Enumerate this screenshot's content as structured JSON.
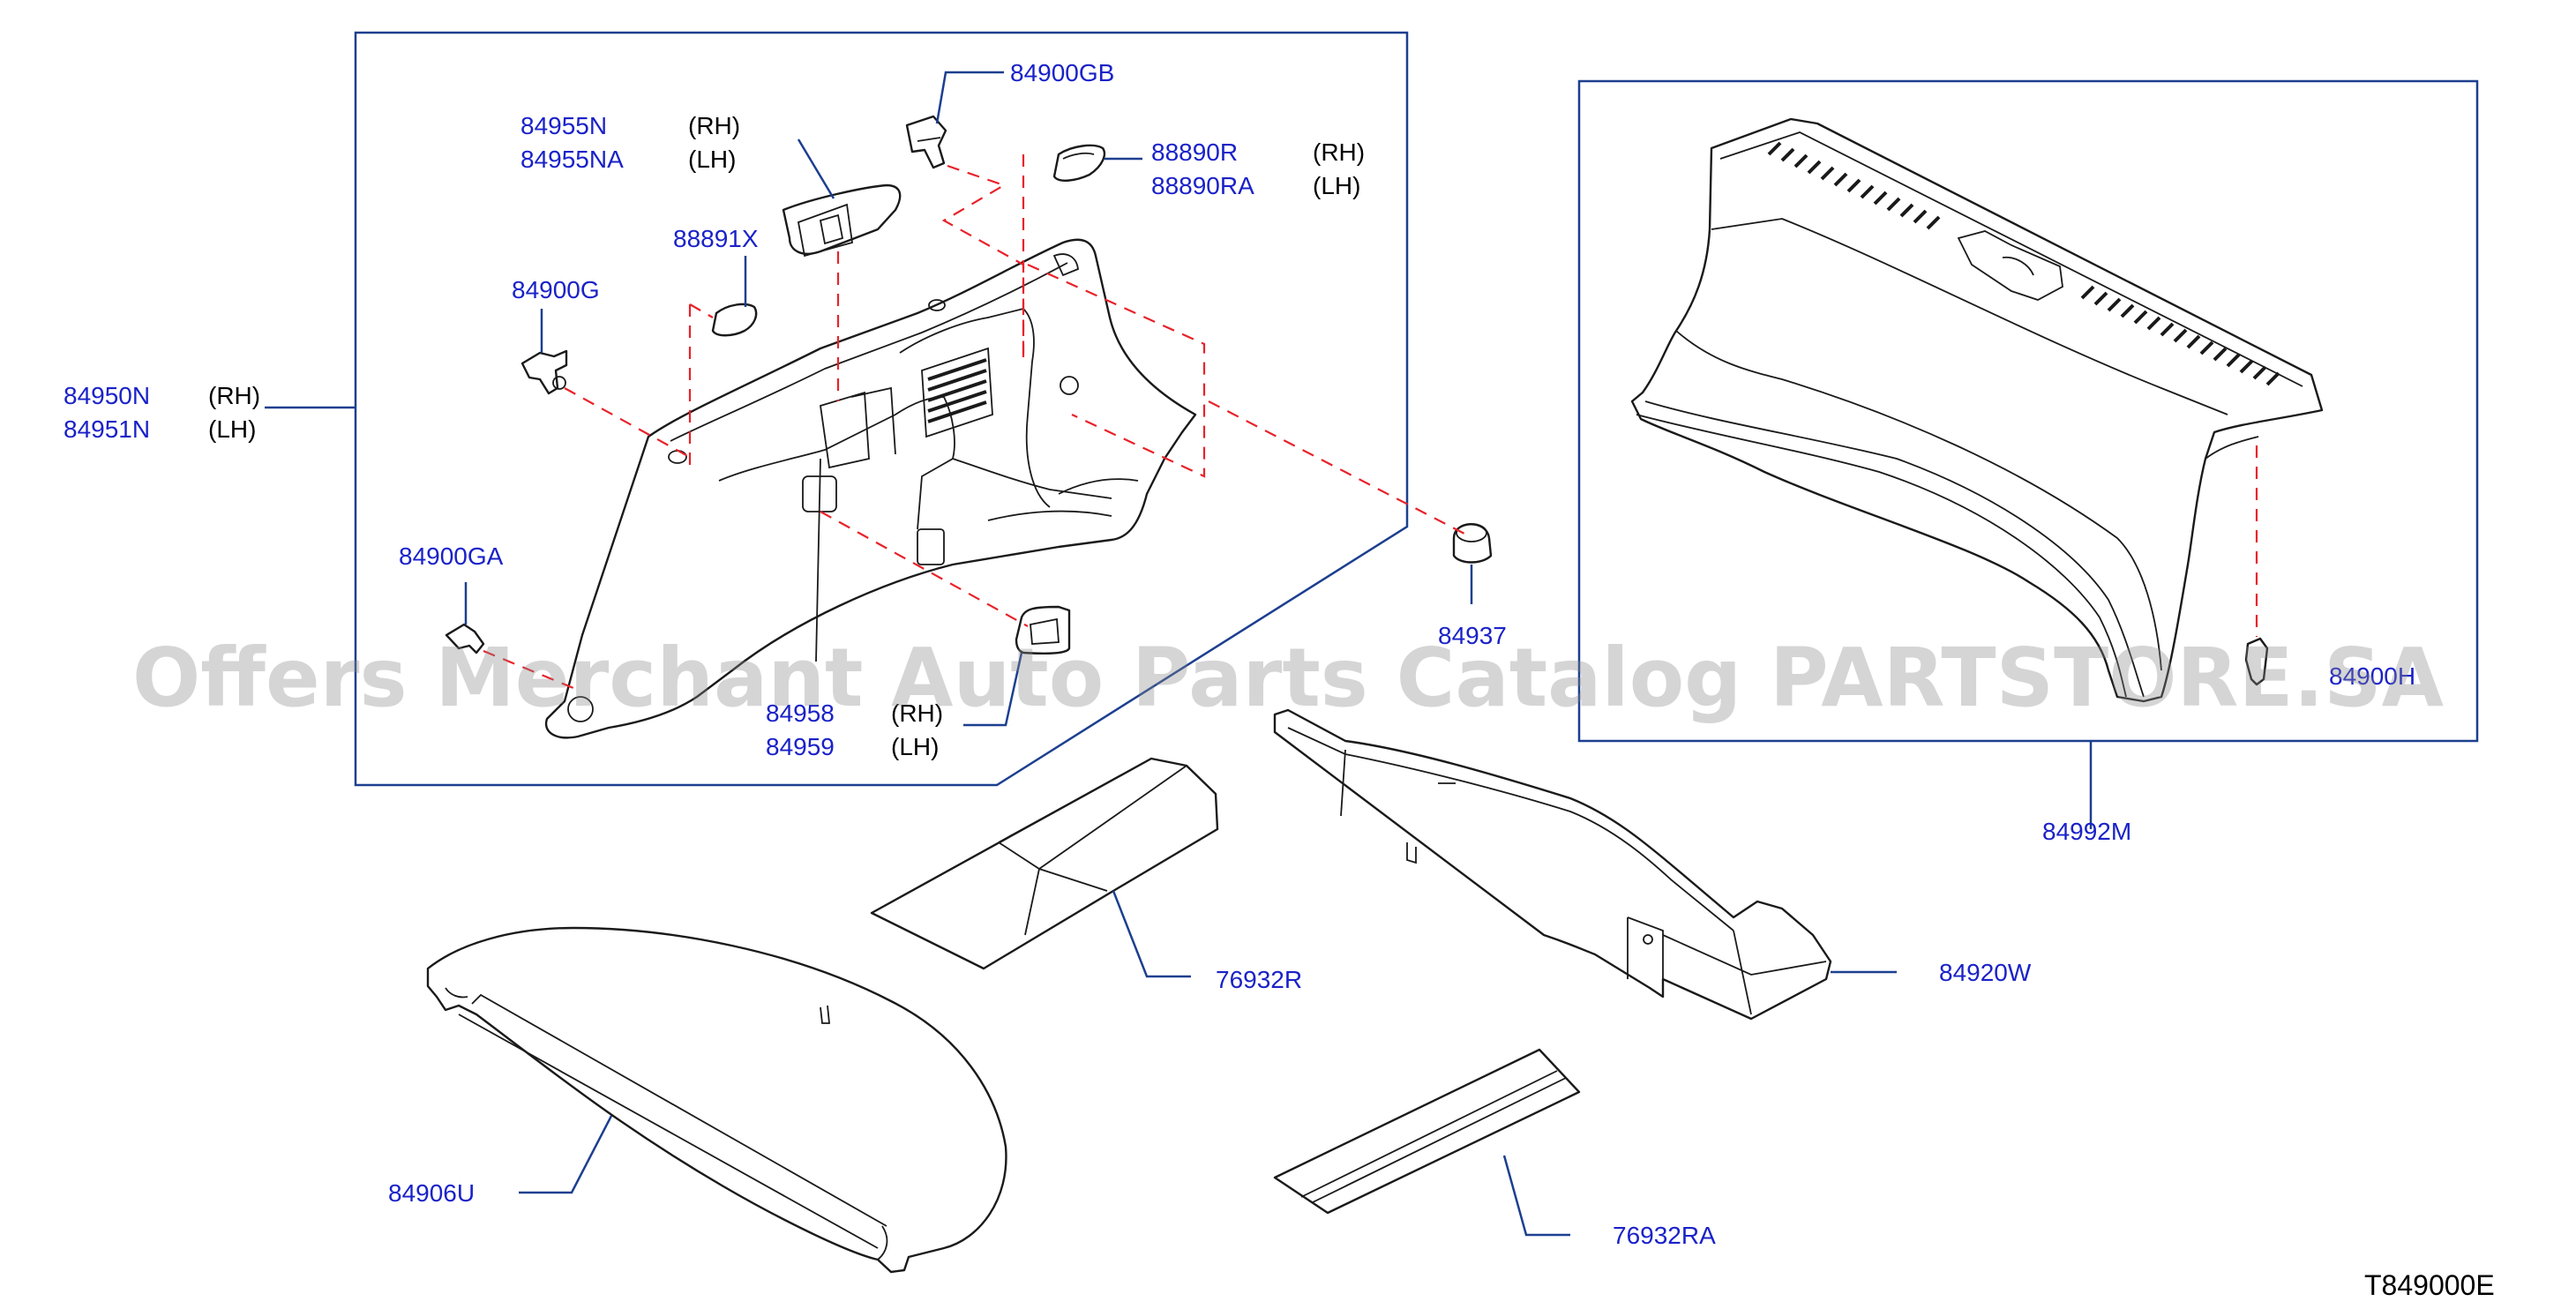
{
  "diagram": {
    "part_numbers": {
      "p84900GB": "84900GB",
      "p84955N": "84955N",
      "p84955NA": "84955NA",
      "p88890R": "88890R",
      "p88890RA": "88890RA",
      "p88891X": "88891X",
      "p84900G": "84900G",
      "p84950N": "84950N",
      "p84951N": "84951N",
      "p84900GA": "84900GA",
      "p84937": "84937",
      "p84958": "84958",
      "p84959": "84959",
      "p84992M": "84992M",
      "p76932R": "76932R",
      "p84920W": "84920W",
      "p84906U": "84906U",
      "p76932RA": "76932RA",
      "p84900H": "84900H"
    },
    "sides": {
      "rh": "(RH)",
      "lh": "(LH)"
    },
    "diagram_code": "T849000E"
  },
  "watermark": "Offers Merchant Auto Parts Catalog PARTSTORE.SA"
}
